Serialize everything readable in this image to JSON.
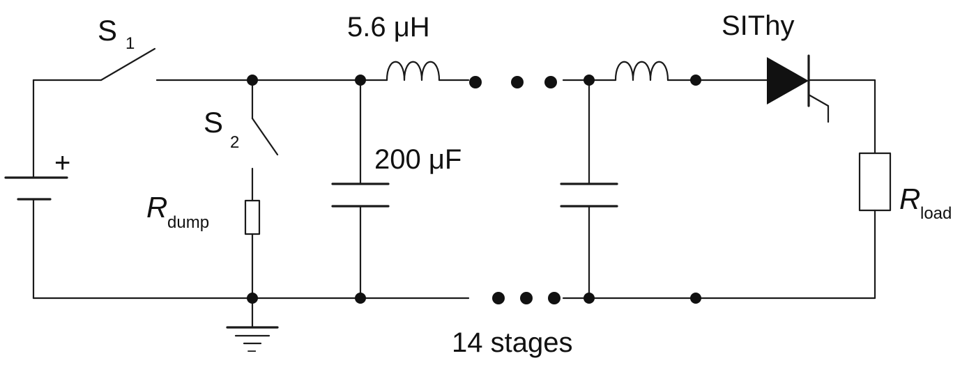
{
  "labels": {
    "switch1": "S",
    "switch1_sub": "1",
    "switch2": "S",
    "switch2_sub": "2",
    "inductance": "5.6 μH",
    "capacitance": "200 μF",
    "thyristor": "SIThy",
    "r_dump": "R",
    "r_dump_sub": "dump",
    "r_load": "R",
    "r_load_sub": "load",
    "battery_plus": "+",
    "ground_minus": "−",
    "stages": "14 stages"
  }
}
